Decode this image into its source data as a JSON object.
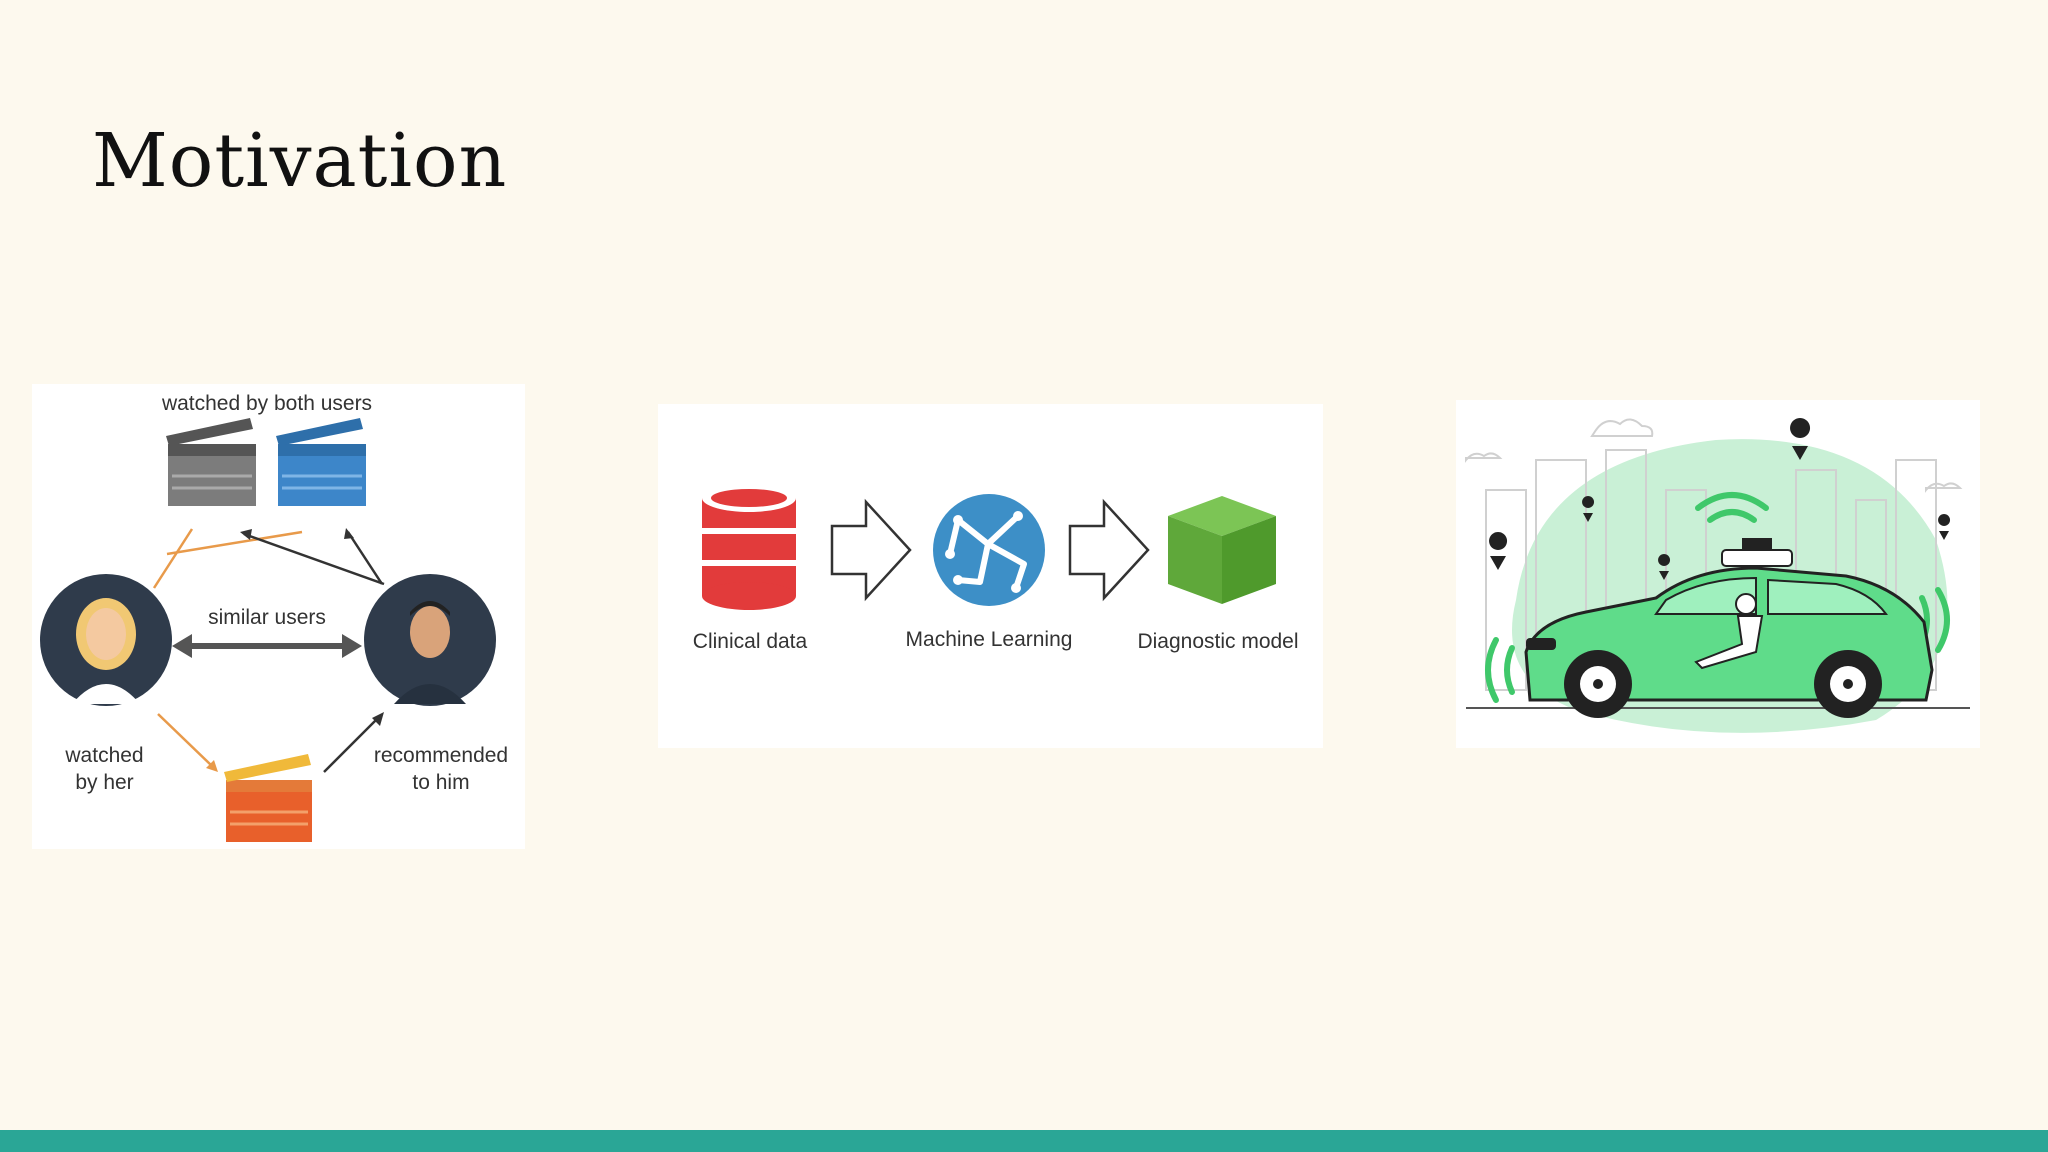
{
  "slide": {
    "title": "Motivation"
  },
  "recommendation": {
    "top_label": "watched by both users",
    "middle_label": "similar users",
    "left_label": "watched\nby her",
    "right_label": "recommended\nto him"
  },
  "pipeline": {
    "steps": [
      {
        "label": "Clinical data",
        "icon": "database-icon"
      },
      {
        "label": "Machine Learning",
        "icon": "neural-network-icon"
      },
      {
        "label": "Diagnostic model",
        "icon": "cube-icon"
      }
    ]
  },
  "car": {
    "icon": "self-driving-car-icon"
  },
  "colors": {
    "background": "#fdf9ee",
    "bottom_bar": "#2aa696",
    "panel": "#ffffff"
  }
}
